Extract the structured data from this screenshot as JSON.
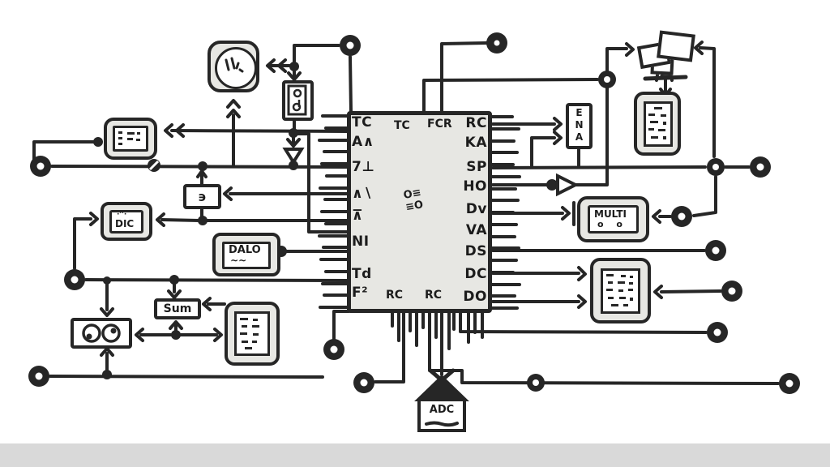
{
  "colors": {
    "ink": "#262626",
    "panel": "#e7e7e3",
    "paper": "#ffffff",
    "band": "#d9d9d9"
  },
  "chip": {
    "left_pins": [
      "TC",
      "A∧",
      "7⊥",
      "∧∖",
      "⊼",
      "NI",
      "Td",
      "F²"
    ],
    "right_pins": [
      "RC",
      "KA",
      "SP",
      "HO",
      "Dv",
      "VA",
      "DS",
      "DC",
      "DO"
    ],
    "top_labels": [
      "TC",
      "FCR"
    ],
    "bottom_labels": [
      "RC",
      "RC"
    ],
    "logo": [
      "O≡",
      "≡O"
    ]
  },
  "components": {
    "dial_top_left": {
      "icon": "scribble-circle-icon"
    },
    "list_display": {
      "icon": "list-lines-icon"
    },
    "switch": {
      "icon": "toggle-switch-icon"
    },
    "dic": {
      "marks": "·''·",
      "label": "DIC"
    },
    "seven_box": {
      "label": "϶"
    },
    "dalo": {
      "label": "DALO",
      "marks": "∼∼"
    },
    "sum": {
      "label": "Sum"
    },
    "eyes_box": {
      "icon": "double-circle-icon"
    },
    "doc_left": {
      "icon": "document-lines-icon"
    },
    "ena": {
      "letters": [
        "E",
        "N",
        "A"
      ]
    },
    "multi": {
      "label": "MULTI",
      "marks": "o  o"
    },
    "doc_right": {
      "icon": "document-lines-icon"
    },
    "doc_top_right": {
      "icon": "document-lines-icon"
    },
    "flags": {
      "icon": "overlapping-cards-icon"
    },
    "adc": {
      "label": "ADC"
    }
  }
}
